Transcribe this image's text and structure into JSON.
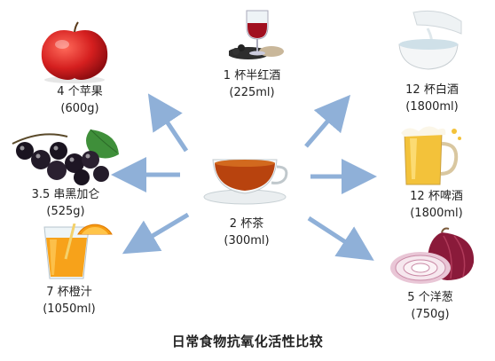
{
  "title": "日常食物抗氧化活性比较",
  "center": {
    "name": "2 杯茶",
    "amount": "(300ml)",
    "icon": "tea-cup-icon"
  },
  "items": [
    {
      "id": "apple",
      "name": "4 个苹果",
      "amount": "(600g)",
      "icon": "apple-icon"
    },
    {
      "id": "blackcurrant",
      "name": "3.5 串黑加仑",
      "amount": "(525g)",
      "icon": "blackcurrant-icon"
    },
    {
      "id": "orange-juice",
      "name": "7 杯橙汁",
      "amount": "(1050ml)",
      "icon": "orange-juice-icon"
    },
    {
      "id": "red-wine",
      "name": "1 杯半红酒",
      "amount": "(225ml)",
      "icon": "red-wine-icon"
    },
    {
      "id": "white-liquor",
      "name": "12 杯白酒",
      "amount": "(1800ml)",
      "icon": "white-liquor-icon"
    },
    {
      "id": "beer",
      "name": "12 杯啤酒",
      "amount": "(1800ml)",
      "icon": "beer-mug-icon"
    },
    {
      "id": "onion",
      "name": "5 个洋葱",
      "amount": "(750g)",
      "icon": "onion-icon"
    }
  ],
  "colors": {
    "arrow": "#8fb0d8",
    "text": "#222222"
  }
}
